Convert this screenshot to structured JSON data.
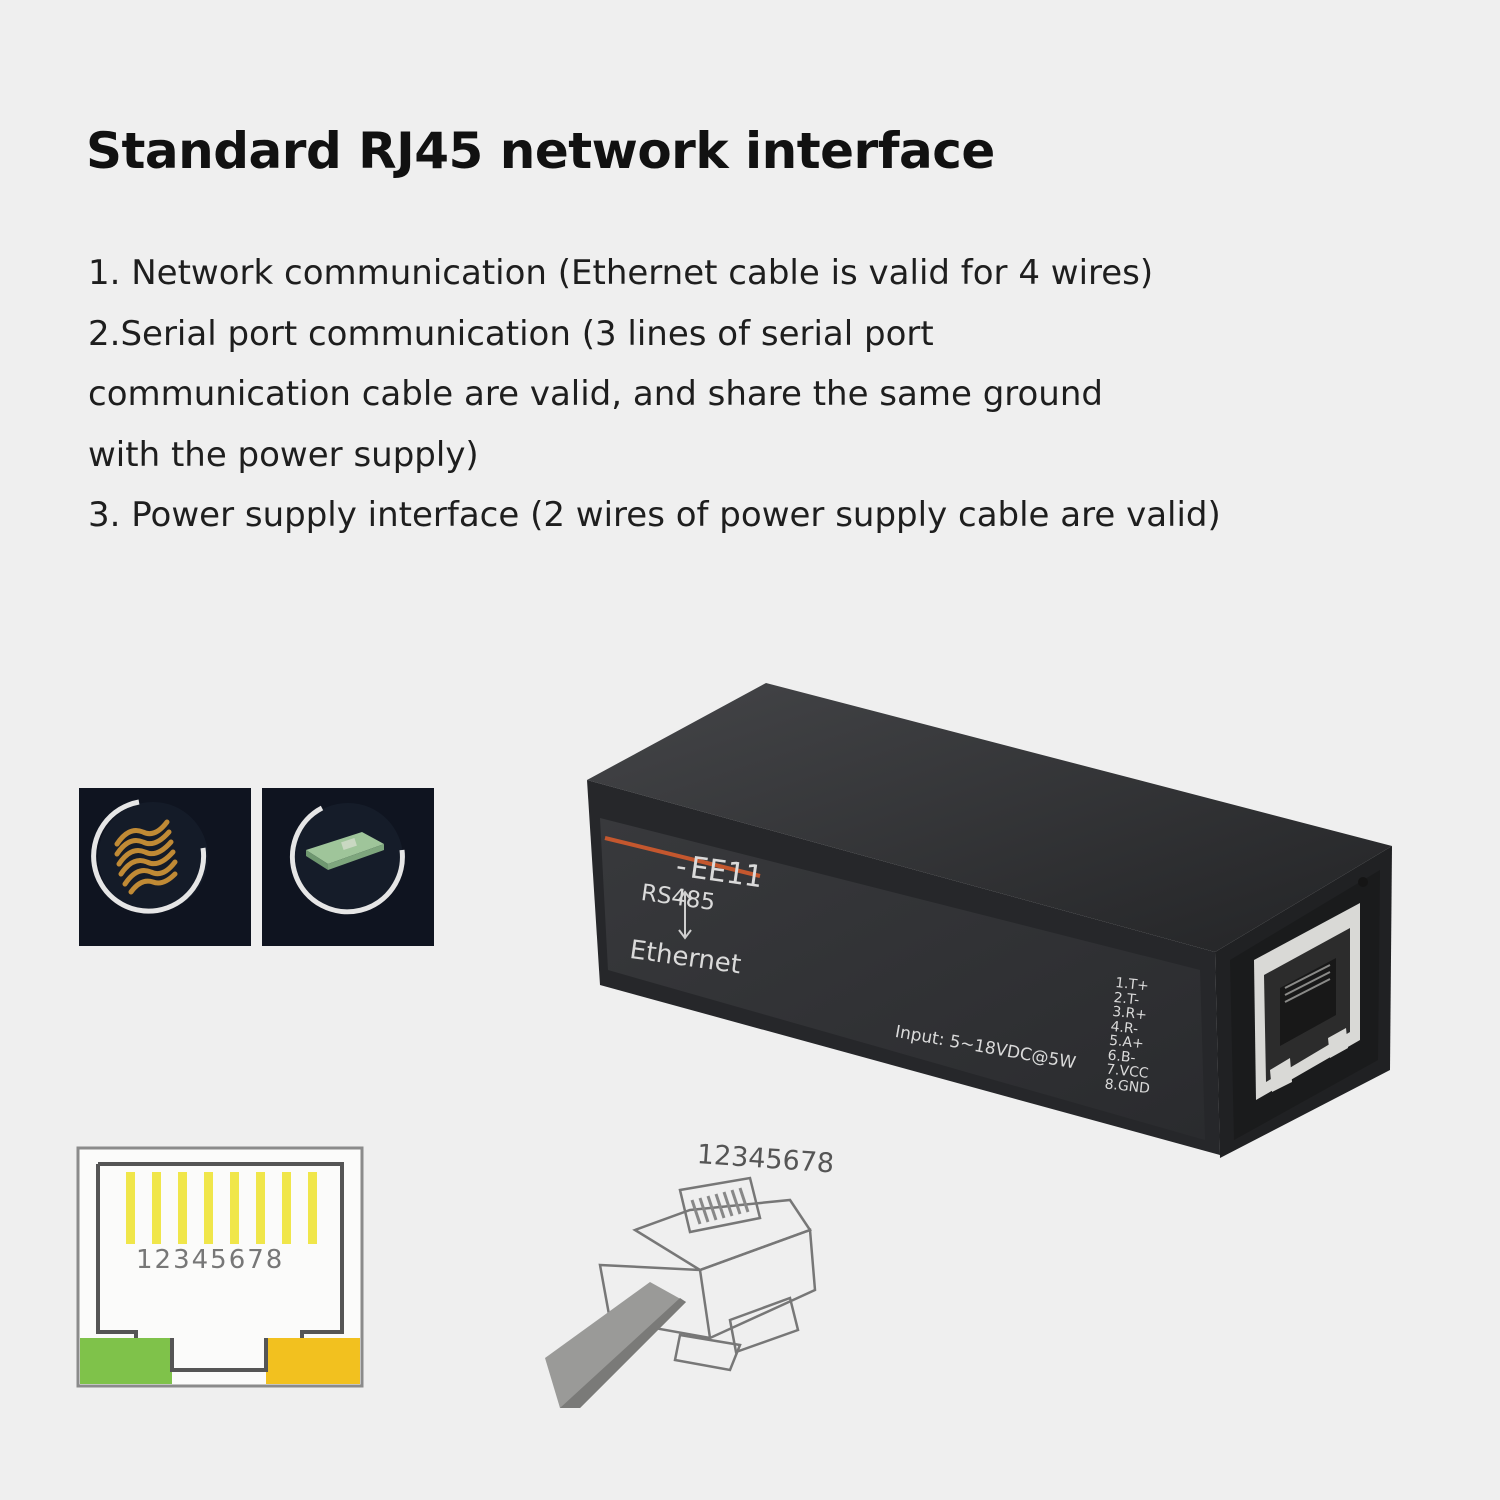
{
  "title": "Standard RJ45 network interface",
  "features": [
    "1. Network communication (Ethernet cable is valid for 4 wires)",
    "2.Serial port communication (3 lines of serial port",
    "communication cable are valid, and share the same ground",
    "with the power supply)",
    "3. Power supply interface (2 wires of power supply cable are valid)"
  ],
  "device": {
    "model": "-EE11",
    "label_rs485": "RS485",
    "label_ethernet": "Ethernet",
    "input": "Input:  5~18VDC@5W",
    "pins": [
      "1.T+",
      "2.T-",
      "3.R+",
      "4.R-",
      "5.A+",
      "6.B-",
      "7.VCC",
      "8.GND"
    ],
    "body_color": "#2b2c2e",
    "accent_line_color": "#c4572e"
  },
  "socket_diagram": {
    "pin_numbers": "12345678",
    "pin_color": "#f0e64a",
    "left_led_color": "#7fc24a",
    "right_led_color": "#f2c11f"
  },
  "plug_diagram": {
    "pin_numbers": "12345678"
  }
}
